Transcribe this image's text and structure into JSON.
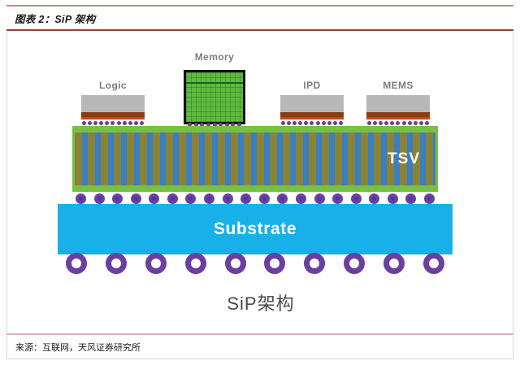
{
  "header": {
    "title": "图表 2：SiP 架构",
    "rule_color": "#9e3b3b"
  },
  "footer": {
    "source_text": "来源：互联网，天风证券研究所"
  },
  "diagram": {
    "caption": "SiP架构",
    "dies": [
      {
        "label": "Logic",
        "bump_count": 11
      },
      {
        "label": "Memory",
        "bump_count": 9
      },
      {
        "label": "IPD",
        "bump_count": 11
      },
      {
        "label": "MEMS",
        "bump_count": 11
      }
    ],
    "interposer": {
      "label": "TSV"
    },
    "substrate": {
      "label": "Substrate"
    },
    "mid_ball_count": 20,
    "bottom_ball_count": 10,
    "colors": {
      "die_gray": "#b8b8b8",
      "die_brown": "#8a3c12",
      "die_red_line": "#c24a1e",
      "memory_green": "#5fbb3f",
      "interposer_green": "#76c043",
      "tsv_olive": "#8a8236",
      "tsv_blue": "#3a7fc1",
      "substrate_blue": "#18b0e8",
      "solder_purple": "#6b3fa0",
      "label_gray": "#7c7c7c"
    }
  }
}
